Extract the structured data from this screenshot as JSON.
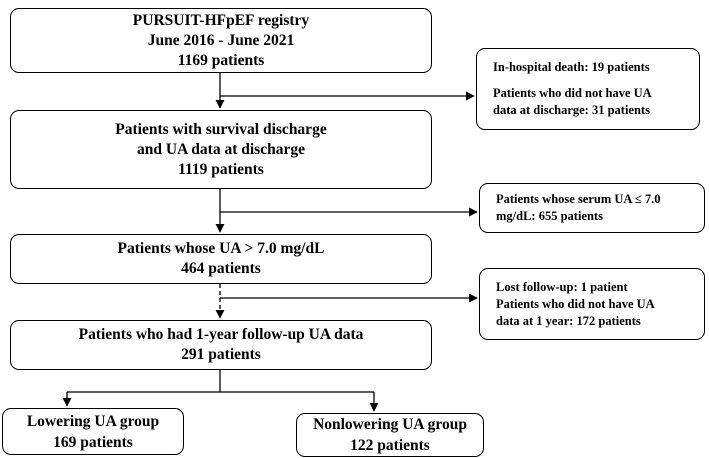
{
  "boxes": {
    "registry": {
      "line1": "PURSUIT-HFpEF registry",
      "line2": "June 2016 - June 2021",
      "line3": "1169 patients"
    },
    "excluded_1": {
      "line1": "In-hospital death: 19 patients",
      "line2": "Patients who did not have UA",
      "line3": "data at discharge: 31 patients"
    },
    "survival": {
      "line1": "Patients with survival discharge",
      "line2": "and UA data at discharge",
      "line3": "1119 patients"
    },
    "excluded_2": {
      "line1": "Patients whose serum UA ≤ 7.0",
      "line2": "mg/dL: 655 patients"
    },
    "high_ua": {
      "line1": "Patients whose UA > 7.0 mg/dL",
      "line2": "464 patients"
    },
    "excluded_3": {
      "line1": "Lost follow-up: 1 patient",
      "line2": "Patients who did not have UA",
      "line3": "data at 1 year: 172 patients"
    },
    "followup": {
      "line1": "Patients who had 1-year follow-up UA data",
      "line2": "291 patients"
    },
    "lowering": {
      "line1": "Lowering UA group",
      "line2": "169 patients"
    },
    "nonlowering": {
      "line1": "Nonlowering UA group",
      "line2": "122 patients"
    }
  }
}
